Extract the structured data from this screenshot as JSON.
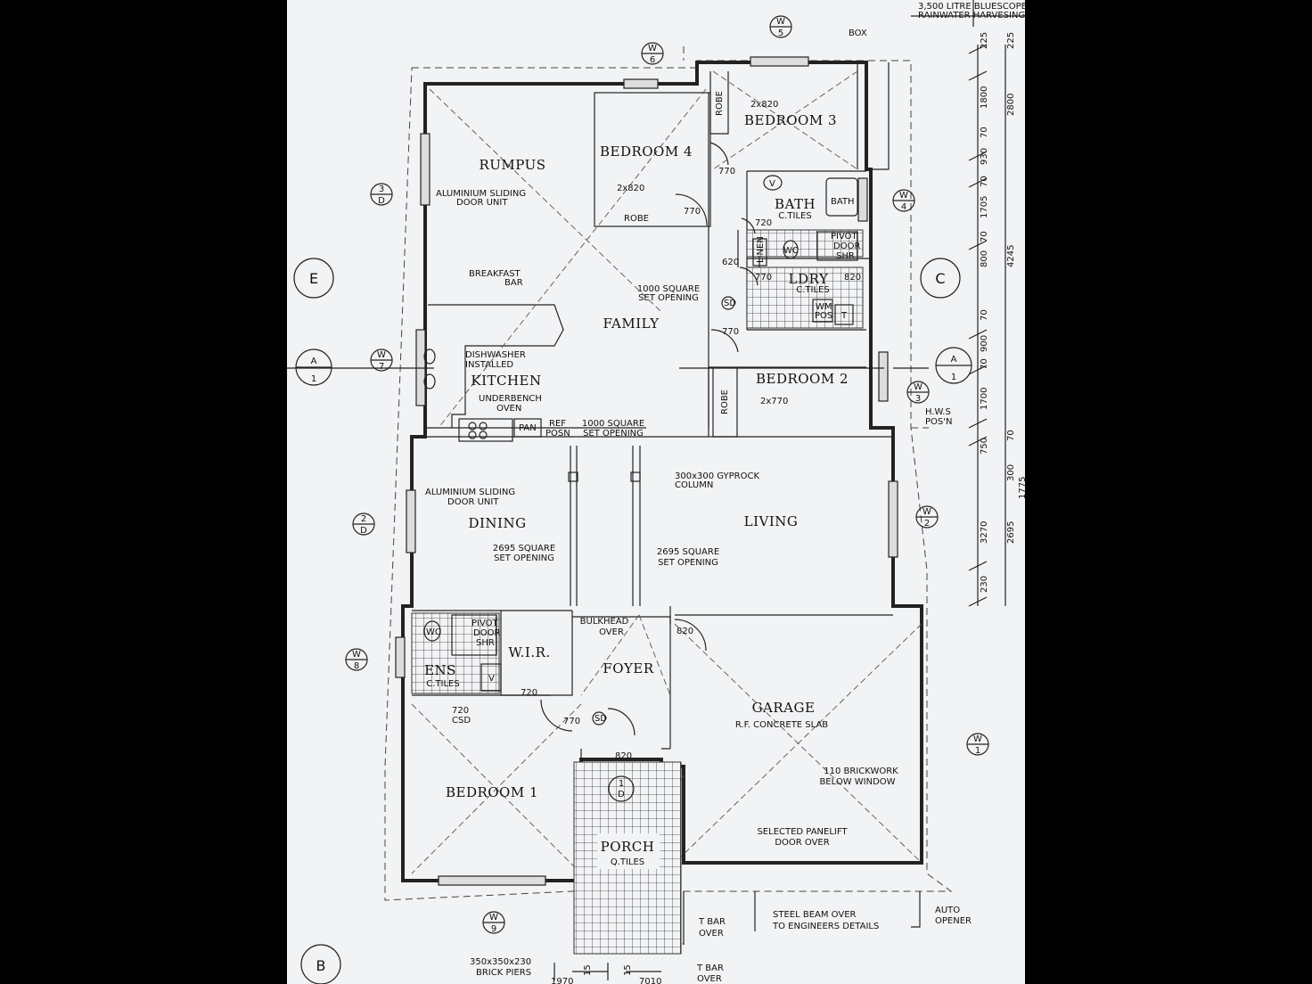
{
  "header": {
    "tank_line1": "3,500 LITRE BLUESCOPE",
    "tank_line2": "RAINWATER HARVESING T",
    "box": "BOX"
  },
  "rooms": {
    "rumpus": "RUMPUS",
    "bedroom4": "BEDROOM 4",
    "bedroom3": "BEDROOM 3",
    "bath": "BATH",
    "ldry": "LDRY",
    "family": "FAMILY",
    "kitchen": "KITCHEN",
    "bedroom2": "BEDROOM 2",
    "dining": "DINING",
    "living": "LIVING",
    "ens": "ENS",
    "wir": "W.I.R.",
    "foyer": "FOYER",
    "garage": "GARAGE",
    "bedroom1": "BEDROOM 1",
    "porch": "PORCH"
  },
  "notes": {
    "alu_slide_1a": "ALUMINIUM SLIDING",
    "alu_slide_1b": "DOOR UNIT",
    "alu_slide_2a": "ALUMINIUM SLIDING",
    "alu_slide_2b": "DOOR UNIT",
    "breakfast_a": "BREAKFAST",
    "breakfast_b": "BAR",
    "set_open_1a": "1000 SQUARE",
    "set_open_1b": "SET OPENING",
    "set_open_2a": "1000 SQUARE",
    "set_open_2b": "SET OPENING",
    "dishwasher_a": "DISHWASHER",
    "dishwasher_b": "INSTALLED",
    "oven_a": "UNDERBENCH",
    "oven_b": "OVEN",
    "ref_a": "REF",
    "ref_b": "POSN",
    "pan": "PAN",
    "column_a": "300x300 GYPROCK",
    "column_b": "COLUMN",
    "dining_open_a": "2695 SQUARE",
    "dining_open_b": "SET OPENING",
    "living_open_a": "2695 SQUARE",
    "living_open_b": "SET OPENING",
    "bath_tiles": "C.TILES",
    "ldry_tiles": "C.TILES",
    "ens_tiles": "C.TILES",
    "porch_tiles": "Q.TILES",
    "garage_slab": "R.F. CONCRETE SLAB",
    "bulkhead_a": "BULKHEAD",
    "bulkhead_b": "OVER",
    "brickwork_a": "110 BRICKWORK",
    "brickwork_b": "BELOW WINDOW",
    "panelift_a": "SELECTED PANELIFT",
    "panelift_b": "DOOR OVER",
    "steel_a": "STEEL BEAM OVER",
    "steel_b": "TO ENGINEERS DETAILS",
    "auto_a": "AUTO",
    "auto_b": "OPENER",
    "tbar1_a": "T BAR",
    "tbar1_b": "OVER",
    "tbar2_a": "T BAR",
    "tbar2_b": "OVER",
    "piers_a": "350x350x230",
    "piers_b": "BRICK PIERS",
    "hws_a": "H.W.S",
    "hws_b": "POS'N",
    "robe_b4": "ROBE",
    "robe_b3": "ROBE",
    "robe_b2": "ROBE",
    "linen": "LINEN",
    "wc_bath": "WC",
    "wc_ens": "WC",
    "bath_tub": "BATH",
    "pivot_bath_a": "PIVOT",
    "pivot_bath_b": "DOOR",
    "pivot_bath_c": "SHR",
    "pivot_ens_a": "PIVOT",
    "pivot_ens_b": "DOOR",
    "pivot_ens_c": "SHR",
    "wm_a": "WM",
    "wm_b": "POS",
    "trough": "T",
    "sd1": "SD",
    "sd2": "SD",
    "csd": "CSD",
    "v1": "V",
    "v2": "V"
  },
  "door_sizes": {
    "b4_robe": "2x820",
    "b3_robe": "2x820",
    "b2_robe": "2x770",
    "b4_door": "770",
    "b3_door": "770",
    "bath_door": "720",
    "linen_door": "620",
    "ldry_door1": "770",
    "ldry_door2": "820",
    "family_door": "770",
    "garage_door": "820",
    "ens_door": "720",
    "ens_csd": "720",
    "b1_door": "770",
    "entry_door": "820"
  },
  "markers": {
    "e": "E",
    "c": "C",
    "b": "B",
    "a_left_top": "A",
    "a_left_bot": "1",
    "a_right_top": "A",
    "a_right_bot": "1",
    "w1a": "W",
    "w1b": "1",
    "w2a": "W",
    "w2b": "2",
    "w3a": "W",
    "w3b": "3",
    "w4a": "W",
    "w4b": "4",
    "w5a": "W",
    "w5b": "5",
    "w6a": "W",
    "w6b": "6",
    "w7a": "W",
    "w7b": "7",
    "w8a": "W",
    "w8b": "8",
    "w9a": "W",
    "w9b": "9",
    "d3a": "3",
    "d3b": "D",
    "d2a": "2",
    "d2b": "D",
    "d1a": "1",
    "d1b": "D"
  },
  "dimensions": {
    "d225a": "225",
    "d225b": "225",
    "d1800": "1800",
    "d2800": "2800",
    "d70a": "70",
    "d930": "930",
    "d70b": "70",
    "d1705": "1705",
    "d70c": "70",
    "d800": "800",
    "d4245": "4245",
    "d70d": "70",
    "d900": "900",
    "d70e": "70",
    "d1700": "1700",
    "d750": "750",
    "d70f": "70",
    "d300": "300",
    "d1775": "1775",
    "d3270": "3270",
    "d2695": "2695",
    "d230": "230",
    "d15a": "15",
    "d15b": "15",
    "d1970": "1970",
    "d7010": "7010"
  }
}
